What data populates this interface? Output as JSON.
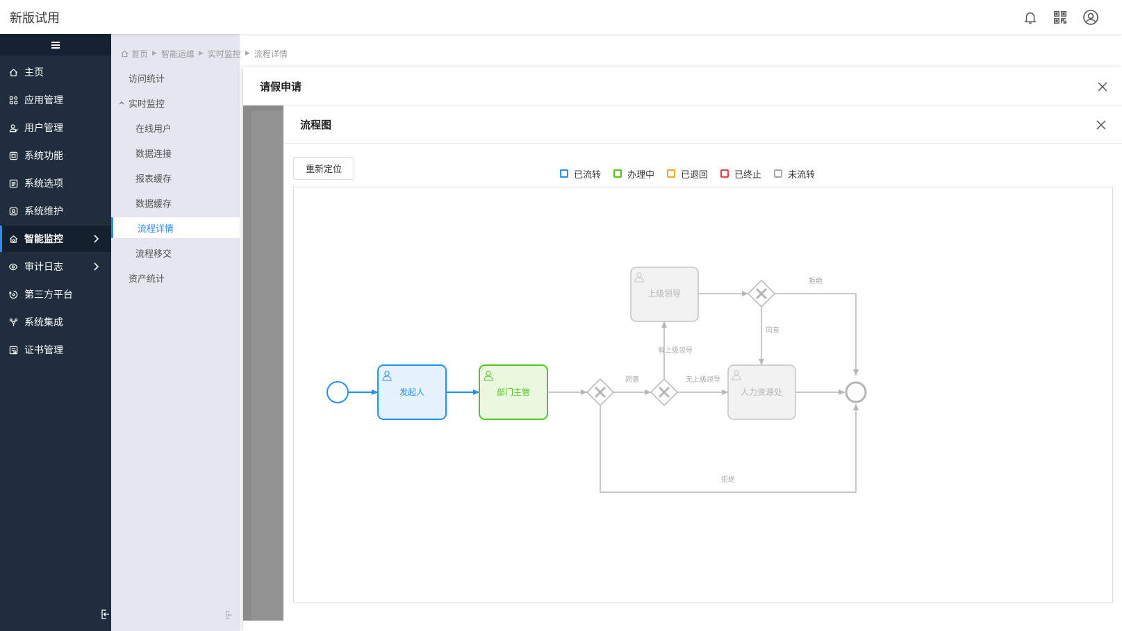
{
  "app": {
    "title": "新版试用"
  },
  "header_icons": [
    "bell-icon",
    "qrcode-icon",
    "user-circle-icon"
  ],
  "sidebar": {
    "items": [
      {
        "label": "主页",
        "icon": "home-icon"
      },
      {
        "label": "应用管理",
        "icon": "apps-icon"
      },
      {
        "label": "用户管理",
        "icon": "users-icon"
      },
      {
        "label": "系统功能",
        "icon": "function-icon"
      },
      {
        "label": "系统选项",
        "icon": "options-icon"
      },
      {
        "label": "系统维护",
        "icon": "maintenance-icon"
      },
      {
        "label": "智能监控",
        "icon": "monitor-icon",
        "active": true,
        "has_arrow": true
      },
      {
        "label": "审计日志",
        "icon": "eye-icon",
        "has_arrow": true
      },
      {
        "label": "第三方平台",
        "icon": "platform-icon"
      },
      {
        "label": "系统集成",
        "icon": "integration-icon"
      },
      {
        "label": "证书管理",
        "icon": "certificate-icon"
      }
    ]
  },
  "submenu": {
    "items": [
      {
        "label": "访问统计",
        "level": 1
      },
      {
        "label": "实时监控",
        "level": 1,
        "expanded": true
      },
      {
        "label": "在线用户",
        "level": 2
      },
      {
        "label": "数据连接",
        "level": 2
      },
      {
        "label": "报表缓存",
        "level": 2
      },
      {
        "label": "数据缓存",
        "level": 2
      },
      {
        "label": "流程详情",
        "level": 2,
        "active": true
      },
      {
        "label": "流程移交",
        "level": 2
      },
      {
        "label": "资产统计",
        "level": 1
      }
    ]
  },
  "breadcrumb": [
    "首页",
    "智能运维",
    "实时监控",
    "流程详情"
  ],
  "dialog_outer": {
    "title": "请假申请"
  },
  "dialog_inner": {
    "title": "流程图",
    "relocate_label": "重新定位"
  },
  "legend": [
    {
      "label": "已流转",
      "color": "#1e90ff"
    },
    {
      "label": "办理中",
      "color": "#52c41a"
    },
    {
      "label": "已退回",
      "color": "#f5a623"
    },
    {
      "label": "已终止",
      "color": "#e8403a"
    },
    {
      "label": "未流转",
      "color": "#a8a8a8"
    }
  ],
  "flow": {
    "nodes": {
      "initiator": "发起人",
      "dept_manager": "部门主管",
      "superior": "上级领导",
      "hr": "人力资源处"
    },
    "edge_labels": {
      "agree1": "同意",
      "has_superior": "有上级领导",
      "no_superior": "无上级领导",
      "reject_top": "拒绝",
      "agree2": "同意",
      "reject_bottom": "拒绝"
    }
  },
  "colors": {
    "done": "#1e90ff",
    "doing": "#52c41a",
    "pending": "#b5b5b5",
    "sidebar_bg": "#1f2d3d",
    "accent": "#2d8cf0"
  }
}
